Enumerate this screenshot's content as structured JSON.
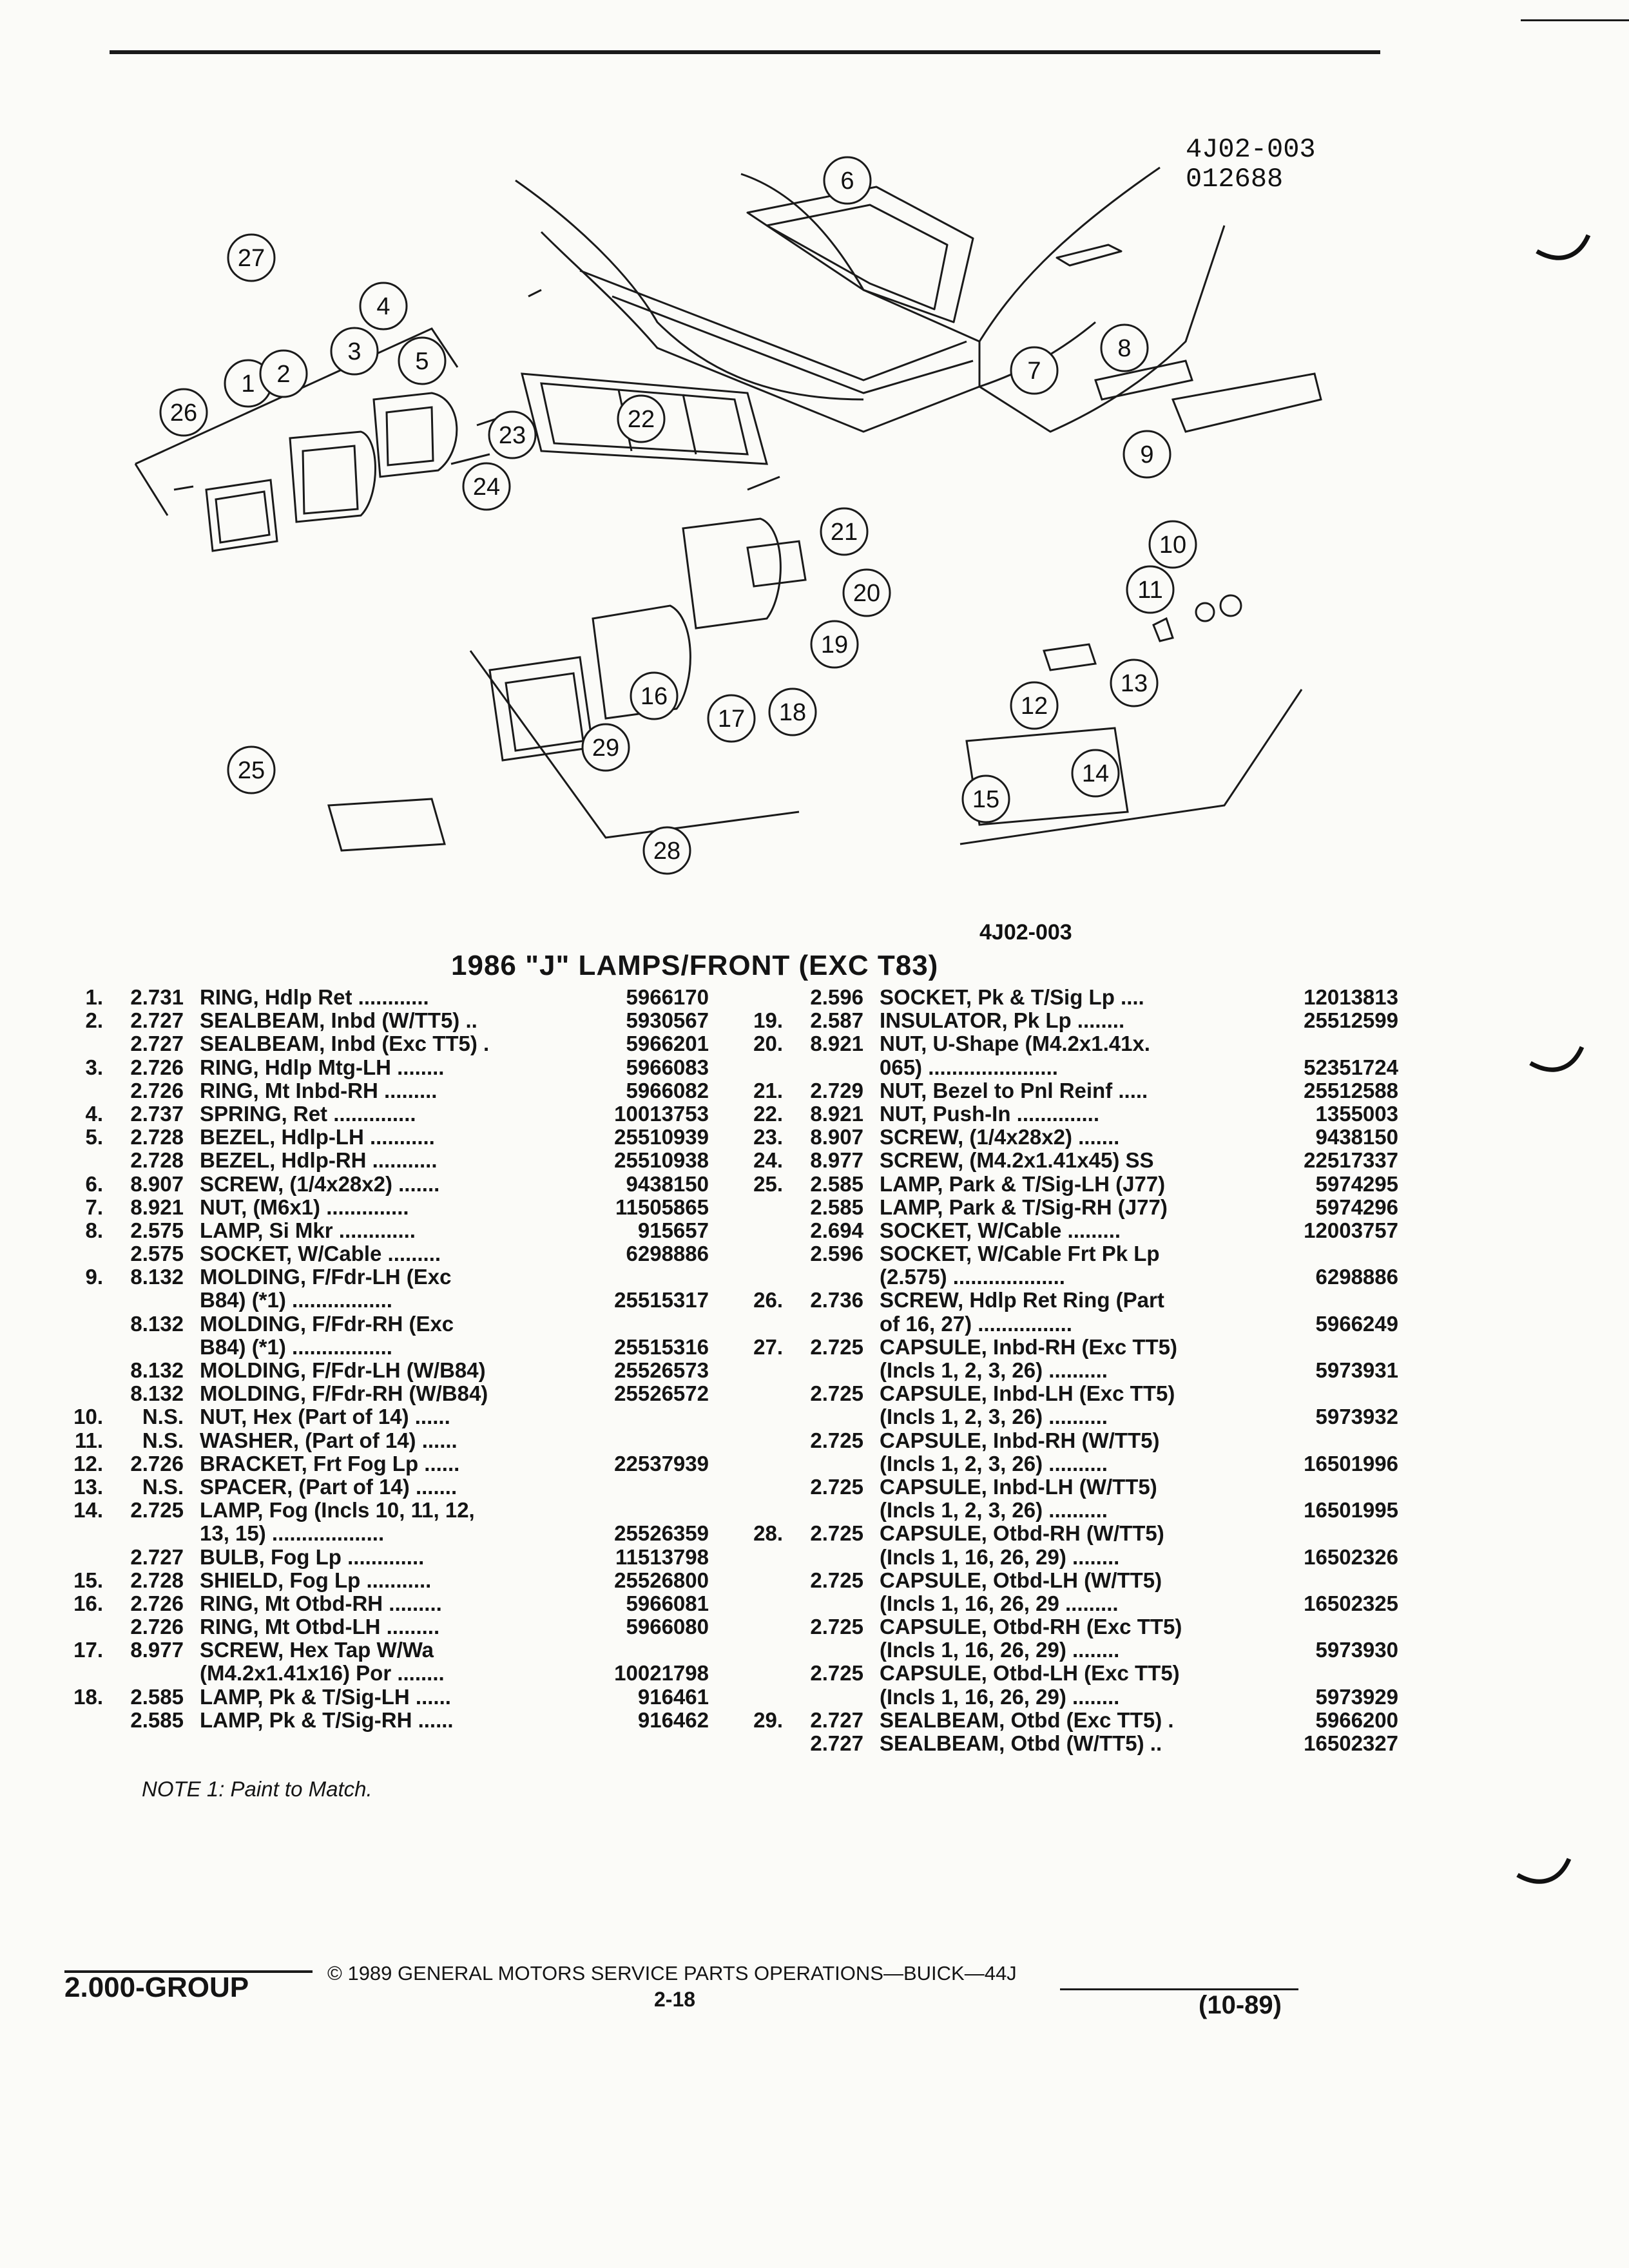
{
  "diagram": {
    "ref_code_top": "4J02-003",
    "ref_date": "012688",
    "ref_code_bottom": "4J02-003",
    "callouts": [
      "1",
      "2",
      "3",
      "4",
      "5",
      "6",
      "7",
      "8",
      "9",
      "10",
      "11",
      "12",
      "13",
      "14",
      "15",
      "16",
      "17",
      "18",
      "19",
      "20",
      "21",
      "22",
      "23",
      "24",
      "25",
      "26",
      "27",
      "28",
      "29"
    ]
  },
  "section_title": "1986 \"J\" LAMPS/FRONT (EXC T83)",
  "parts_left": [
    {
      "item": "1.",
      "group": "2.731",
      "desc": "RING, Hdlp Ret ............",
      "part": "5966170"
    },
    {
      "item": "2.",
      "group": "2.727",
      "desc": "SEALBEAM, Inbd (W/TT5) ..",
      "part": "5930567"
    },
    {
      "item": "",
      "group": "2.727",
      "desc": "SEALBEAM, Inbd (Exc TT5) .",
      "part": "5966201"
    },
    {
      "item": "3.",
      "group": "2.726",
      "desc": "RING, Hdlp Mtg-LH ........",
      "part": "5966083"
    },
    {
      "item": "",
      "group": "2.726",
      "desc": "RING, Mt Inbd-RH .........",
      "part": "5966082"
    },
    {
      "item": "4.",
      "group": "2.737",
      "desc": "SPRING, Ret ..............",
      "part": "10013753"
    },
    {
      "item": "5.",
      "group": "2.728",
      "desc": "BEZEL, Hdlp-LH ...........",
      "part": "25510939"
    },
    {
      "item": "",
      "group": "2.728",
      "desc": "BEZEL, Hdlp-RH ...........",
      "part": "25510938"
    },
    {
      "item": "6.",
      "group": "8.907",
      "desc": "SCREW, (1/4x28x2) .......",
      "part": "9438150"
    },
    {
      "item": "7.",
      "group": "8.921",
      "desc": "NUT, (M6x1) ..............",
      "part": "11505865"
    },
    {
      "item": "8.",
      "group": "2.575",
      "desc": "LAMP, Si Mkr .............",
      "part": "915657"
    },
    {
      "item": "",
      "group": "2.575",
      "desc": "SOCKET, W/Cable .........",
      "part": "6298886"
    },
    {
      "item": "9.",
      "group": "8.132",
      "desc": "MOLDING, F/Fdr-LH (Exc",
      "part": ""
    },
    {
      "item": "",
      "group": "",
      "desc": "B84) (*1) .................",
      "part": "25515317"
    },
    {
      "item": "",
      "group": "8.132",
      "desc": "MOLDING, F/Fdr-RH (Exc",
      "part": ""
    },
    {
      "item": "",
      "group": "",
      "desc": "B84) (*1) .................",
      "part": "25515316"
    },
    {
      "item": "",
      "group": "8.132",
      "desc": "MOLDING, F/Fdr-LH (W/B84)",
      "part": "25526573"
    },
    {
      "item": "",
      "group": "8.132",
      "desc": "MOLDING, F/Fdr-RH (W/B84)",
      "part": "25526572"
    },
    {
      "item": "10.",
      "group": "N.S.",
      "desc": "NUT, Hex (Part of 14) ......",
      "part": ""
    },
    {
      "item": "11.",
      "group": "N.S.",
      "desc": "WASHER, (Part of 14) ......",
      "part": ""
    },
    {
      "item": "12.",
      "group": "2.726",
      "desc": "BRACKET, Frt Fog Lp ......",
      "part": "22537939"
    },
    {
      "item": "13.",
      "group": "N.S.",
      "desc": "SPACER, (Part of 14) .......",
      "part": ""
    },
    {
      "item": "14.",
      "group": "2.725",
      "desc": "LAMP, Fog (Incls 10, 11, 12,",
      "part": ""
    },
    {
      "item": "",
      "group": "",
      "desc": "13, 15) ...................",
      "part": "25526359"
    },
    {
      "item": "",
      "group": "2.727",
      "desc": "BULB, Fog Lp .............",
      "part": "11513798"
    },
    {
      "item": "15.",
      "group": "2.728",
      "desc": "SHIELD, Fog Lp ...........",
      "part": "25526800"
    },
    {
      "item": "16.",
      "group": "2.726",
      "desc": "RING, Mt Otbd-RH .........",
      "part": "5966081"
    },
    {
      "item": "",
      "group": "2.726",
      "desc": "RING, Mt Otbd-LH .........",
      "part": "5966080"
    },
    {
      "item": "17.",
      "group": "8.977",
      "desc": "SCREW, Hex Tap W/Wa",
      "part": ""
    },
    {
      "item": "",
      "group": "",
      "desc": "(M4.2x1.41x16) Por ........",
      "part": "10021798"
    },
    {
      "item": "18.",
      "group": "2.585",
      "desc": "LAMP, Pk & T/Sig-LH ......",
      "part": "916461"
    },
    {
      "item": "",
      "group": "2.585",
      "desc": "LAMP, Pk & T/Sig-RH ......",
      "part": "916462"
    }
  ],
  "parts_right": [
    {
      "item": "",
      "group": "2.596",
      "desc": "SOCKET, Pk & T/Sig Lp ....",
      "part": "12013813"
    },
    {
      "item": "19.",
      "group": "2.587",
      "desc": "INSULATOR, Pk Lp ........",
      "part": "25512599"
    },
    {
      "item": "20.",
      "group": "8.921",
      "desc": "NUT, U-Shape (M4.2x1.41x.",
      "part": ""
    },
    {
      "item": "",
      "group": "",
      "desc": "065) ......................",
      "part": "52351724"
    },
    {
      "item": "21.",
      "group": "2.729",
      "desc": "NUT, Bezel to Pnl Reinf .....",
      "part": "25512588"
    },
    {
      "item": "22.",
      "group": "8.921",
      "desc": "NUT, Push-In ..............",
      "part": "1355003"
    },
    {
      "item": "23.",
      "group": "8.907",
      "desc": "SCREW, (1/4x28x2) .......",
      "part": "9438150"
    },
    {
      "item": "24.",
      "group": "8.977",
      "desc": "SCREW, (M4.2x1.41x45) SS",
      "part": "22517337"
    },
    {
      "item": "25.",
      "group": "2.585",
      "desc": "LAMP, Park & T/Sig-LH (J77)",
      "part": "5974295"
    },
    {
      "item": "",
      "group": "2.585",
      "desc": "LAMP, Park & T/Sig-RH (J77)",
      "part": "5974296"
    },
    {
      "item": "",
      "group": "2.694",
      "desc": "SOCKET, W/Cable .........",
      "part": "12003757"
    },
    {
      "item": "",
      "group": "2.596",
      "desc": "SOCKET, W/Cable Frt Pk Lp",
      "part": ""
    },
    {
      "item": "",
      "group": "",
      "desc": "(2.575) ...................",
      "part": "6298886"
    },
    {
      "item": "26.",
      "group": "2.736",
      "desc": "SCREW, Hdlp Ret Ring (Part",
      "part": ""
    },
    {
      "item": "",
      "group": "",
      "desc": "of 16, 27) ................",
      "part": "5966249"
    },
    {
      "item": "27.",
      "group": "2.725",
      "desc": "CAPSULE, Inbd-RH (Exc TT5)",
      "part": ""
    },
    {
      "item": "",
      "group": "",
      "desc": "(Incls 1, 2, 3, 26) ..........",
      "part": "5973931"
    },
    {
      "item": "",
      "group": "2.725",
      "desc": "CAPSULE, Inbd-LH (Exc TT5)",
      "part": ""
    },
    {
      "item": "",
      "group": "",
      "desc": "(Incls 1, 2, 3, 26) ..........",
      "part": "5973932"
    },
    {
      "item": "",
      "group": "2.725",
      "desc": "CAPSULE, Inbd-RH (W/TT5)",
      "part": ""
    },
    {
      "item": "",
      "group": "",
      "desc": "(Incls 1, 2, 3, 26) ..........",
      "part": "16501996"
    },
    {
      "item": "",
      "group": "2.725",
      "desc": "CAPSULE, Inbd-LH (W/TT5)",
      "part": ""
    },
    {
      "item": "",
      "group": "",
      "desc": "(Incls 1, 2, 3, 26) ..........",
      "part": "16501995"
    },
    {
      "item": "28.",
      "group": "2.725",
      "desc": "CAPSULE, Otbd-RH (W/TT5)",
      "part": ""
    },
    {
      "item": "",
      "group": "",
      "desc": "(Incls 1, 16, 26, 29) ........",
      "part": "16502326"
    },
    {
      "item": "",
      "group": "2.725",
      "desc": "CAPSULE, Otbd-LH (W/TT5)",
      "part": ""
    },
    {
      "item": "",
      "group": "",
      "desc": "(Incls 1, 16, 26, 29 .........",
      "part": "16502325"
    },
    {
      "item": "",
      "group": "2.725",
      "desc": "CAPSULE, Otbd-RH (Exc TT5)",
      "part": ""
    },
    {
      "item": "",
      "group": "",
      "desc": "(Incls 1, 16, 26, 29) ........",
      "part": "5973930"
    },
    {
      "item": "",
      "group": "2.725",
      "desc": "CAPSULE, Otbd-LH (Exc TT5)",
      "part": ""
    },
    {
      "item": "",
      "group": "",
      "desc": "(Incls 1, 16, 26, 29) ........",
      "part": "5973929"
    },
    {
      "item": "29.",
      "group": "2.727",
      "desc": "SEALBEAM, Otbd (Exc TT5) .",
      "part": "5966200"
    },
    {
      "item": "",
      "group": "2.727",
      "desc": "SEALBEAM, Otbd (W/TT5) ..",
      "part": "16502327"
    }
  ],
  "note": "NOTE 1: Paint to Match.",
  "footer": {
    "group": "2.000-GROUP",
    "copyright": "© 1989 GENERAL MOTORS SERVICE PARTS OPERATIONS—BUICK—44J",
    "page": "2-18",
    "date": "(10-89)"
  }
}
